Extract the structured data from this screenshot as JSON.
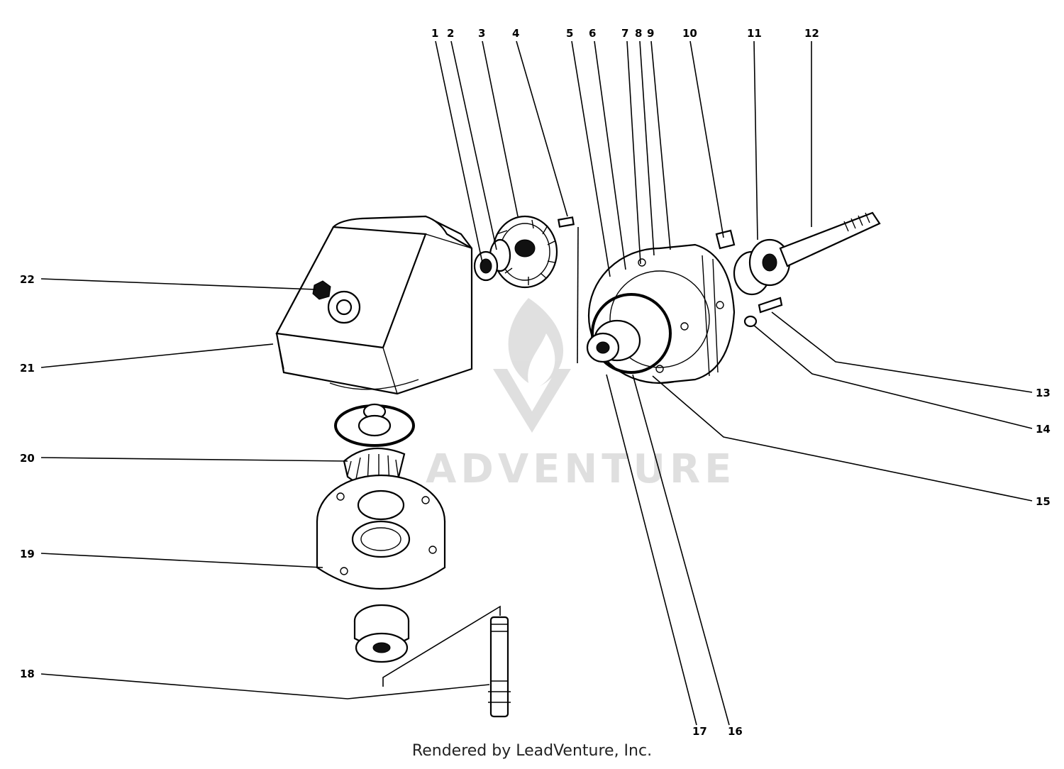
{
  "callouts": {
    "c1": "1",
    "c2": "2",
    "c3": "3",
    "c4": "4",
    "c5": "5",
    "c6": "6",
    "c7": "7",
    "c8": "8",
    "c9": "9",
    "c10": "10",
    "c11": "11",
    "c12": "12",
    "c13": "13",
    "c14": "14",
    "c15": "15",
    "c16": "16",
    "c17": "17",
    "c18": "18",
    "c19": "19",
    "c20": "20",
    "c21": "21",
    "c22": "22"
  },
  "watermark": "ADVENTURE",
  "footer": "Rendered by LeadVenture, Inc."
}
